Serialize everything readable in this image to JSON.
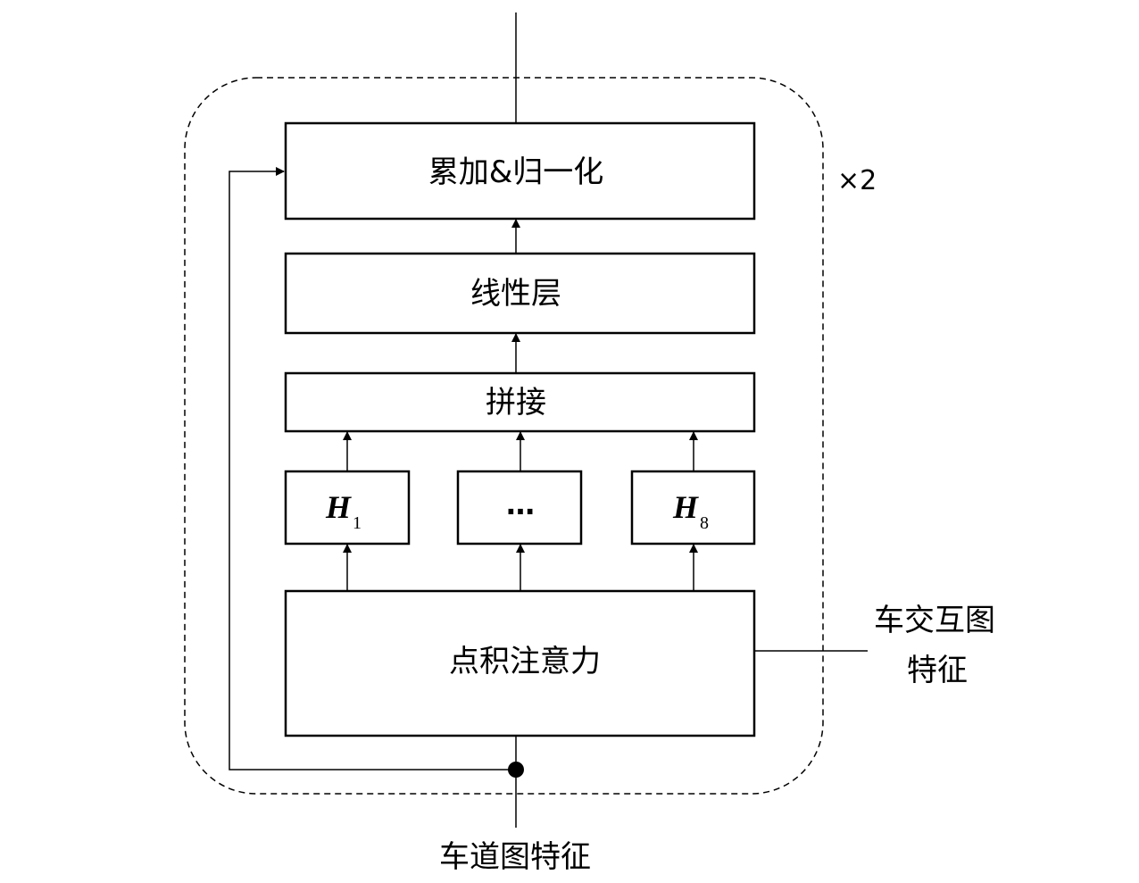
{
  "blocks": {
    "add_norm": "累加&归一化",
    "linear": "线性层",
    "concat": "拼接",
    "attention": "点积注意力"
  },
  "heads": {
    "first": {
      "symbol": "H",
      "index": "1"
    },
    "middle": "…",
    "last": {
      "symbol": "H",
      "index": "8"
    }
  },
  "repeat": "×2",
  "inputs": {
    "vehicle_interaction": [
      "车交互图",
      "特征"
    ],
    "vehicle_lane": "车道图特征"
  }
}
